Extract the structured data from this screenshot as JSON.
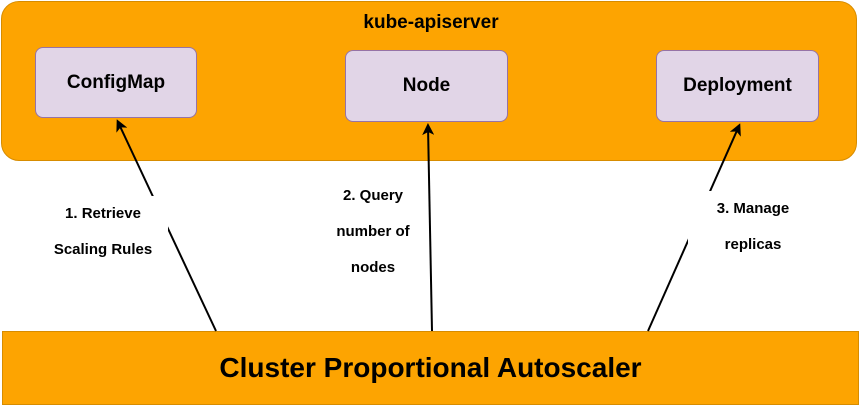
{
  "apiserver": {
    "title": "kube-apiserver",
    "resources": {
      "configmap": "ConfigMap",
      "node": "Node",
      "deployment": "Deployment"
    }
  },
  "autoscaler": {
    "label": "Cluster Proportional Autoscaler"
  },
  "edges": {
    "retrieve": {
      "line1": "1. Retrieve",
      "line2": "Scaling Rules"
    },
    "query": {
      "line1": "2. Query",
      "line2": "number of",
      "line3": "nodes"
    },
    "manage": {
      "line1": "3. Manage",
      "line2": "replicas"
    }
  },
  "colors": {
    "container_fill": "#fda401",
    "resource_fill": "#e1d5e7",
    "resource_border": "#9673a6",
    "arrow": "#000000"
  }
}
